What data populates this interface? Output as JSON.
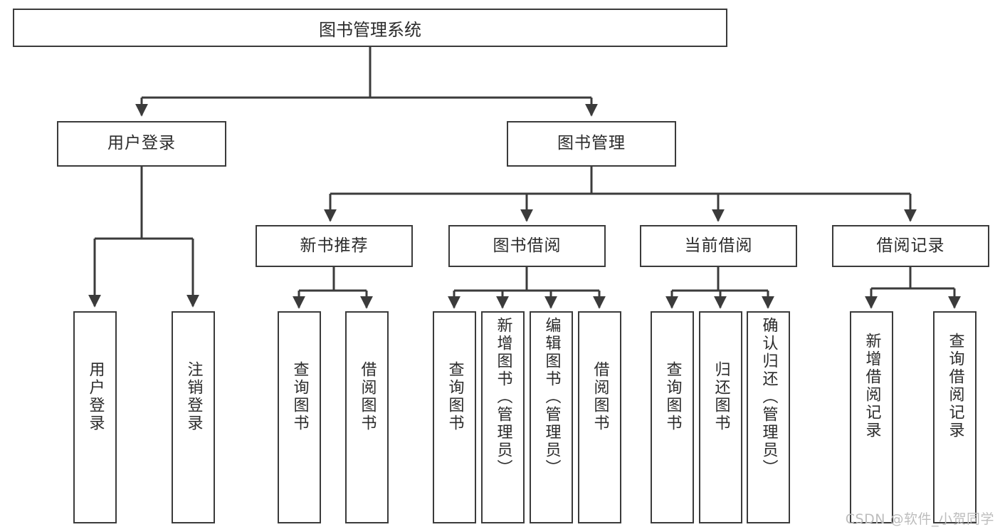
{
  "diagram": {
    "title": "图书管理系统",
    "type": "tree",
    "root": {
      "id": "root",
      "label": "图书管理系统"
    },
    "level1": [
      {
        "id": "login",
        "label": "用户登录"
      },
      {
        "id": "book-mgmt",
        "label": "图书管理"
      }
    ],
    "level2": [
      {
        "id": "new-book-rec",
        "label": "新书推荐",
        "parent": "book-mgmt"
      },
      {
        "id": "book-borrow",
        "label": "图书借阅",
        "parent": "book-mgmt"
      },
      {
        "id": "current-borrow",
        "label": "当前借阅",
        "parent": "book-mgmt"
      },
      {
        "id": "borrow-record",
        "label": "借阅记录",
        "parent": "book-mgmt"
      }
    ],
    "leaves": [
      {
        "id": "leaf-user-login",
        "label": "用户登录",
        "parent": "login"
      },
      {
        "id": "leaf-user-logout",
        "label": "注销登录",
        "parent": "login"
      },
      {
        "id": "leaf-query-book-1",
        "label": "查询图书",
        "parent": "new-book-rec"
      },
      {
        "id": "leaf-borrow-book-1",
        "label": "借阅图书",
        "parent": "new-book-rec"
      },
      {
        "id": "leaf-query-book-2",
        "label": "查询图书",
        "parent": "book-borrow"
      },
      {
        "id": "leaf-add-book",
        "label": "新增图书（管理员）",
        "parent": "book-borrow"
      },
      {
        "id": "leaf-edit-book",
        "label": "编辑图书（管理员）",
        "parent": "book-borrow"
      },
      {
        "id": "leaf-borrow-book-2",
        "label": "借阅图书",
        "parent": "book-borrow"
      },
      {
        "id": "leaf-query-book-3",
        "label": "查询图书",
        "parent": "current-borrow"
      },
      {
        "id": "leaf-return-book",
        "label": "归还图书",
        "parent": "current-borrow"
      },
      {
        "id": "leaf-confirm-return",
        "label": "确认归还（管理员）",
        "parent": "current-borrow"
      },
      {
        "id": "leaf-add-record",
        "label": "新增借阅记录",
        "parent": "borrow-record"
      },
      {
        "id": "leaf-query-record",
        "label": "查询借阅记录",
        "parent": "borrow-record"
      }
    ],
    "colors": {
      "box_border": "#3b3b3b",
      "box_fill": "#ffffff",
      "edge": "#3b3b3b",
      "text": "#2b2b2b",
      "watermark": "#bdbdbd",
      "background": "#ffffff"
    }
  },
  "watermark": {
    "text": "CSDN @软件_小贺同学"
  }
}
